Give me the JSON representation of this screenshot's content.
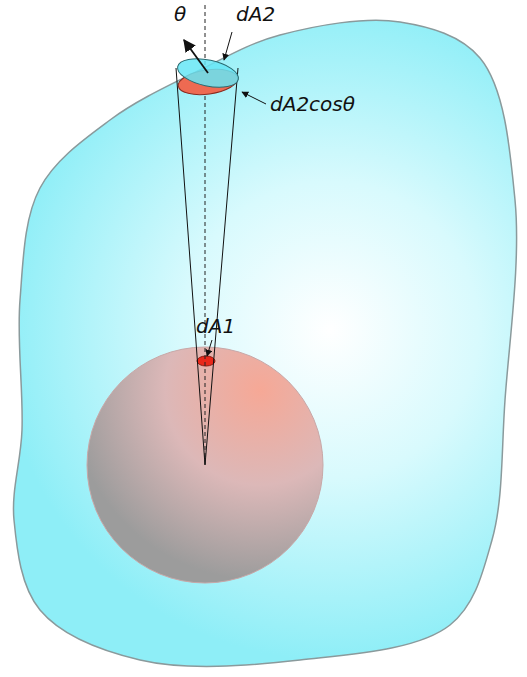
{
  "diagram": {
    "labels": [
      "θ",
      "dA2",
      "dA2cosθ",
      "dA1"
    ]
  }
}
